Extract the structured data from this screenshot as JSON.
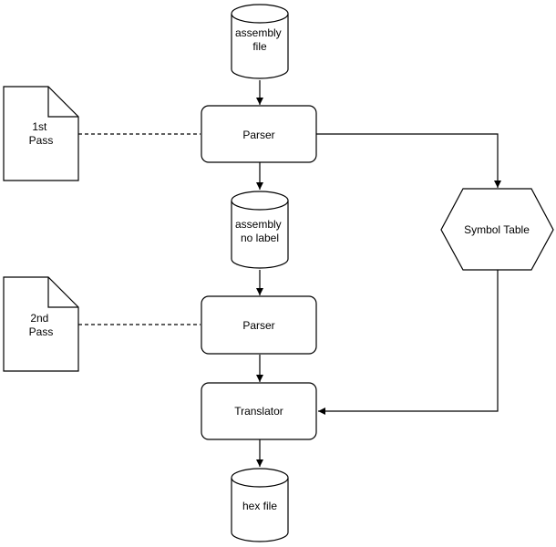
{
  "diagram": {
    "nodes": {
      "assembly_file": {
        "lines": [
          "assembly",
          "file"
        ]
      },
      "parser_1": {
        "lines": [
          "Parser"
        ]
      },
      "assembly_no_label": {
        "lines": [
          "assembly",
          "no label"
        ]
      },
      "parser_2": {
        "lines": [
          "Parser"
        ]
      },
      "translator": {
        "lines": [
          "Translator"
        ]
      },
      "hex_file": {
        "lines": [
          "hex file"
        ]
      },
      "symbol_table": {
        "lines": [
          "Symbol Table"
        ]
      },
      "first_pass_note": {
        "lines": [
          "1st",
          "Pass"
        ]
      },
      "second_pass_note": {
        "lines": [
          "2nd",
          "Pass"
        ]
      }
    },
    "edges": [
      {
        "from": "assembly_file",
        "to": "parser_1",
        "style": "arrow"
      },
      {
        "from": "parser_1",
        "to": "assembly_no_label",
        "style": "arrow"
      },
      {
        "from": "assembly_no_label",
        "to": "parser_2",
        "style": "arrow"
      },
      {
        "from": "parser_2",
        "to": "translator",
        "style": "arrow"
      },
      {
        "from": "translator",
        "to": "hex_file",
        "style": "arrow"
      },
      {
        "from": "parser_1",
        "to": "symbol_table",
        "style": "arrow"
      },
      {
        "from": "symbol_table",
        "to": "translator",
        "style": "arrow"
      },
      {
        "from": "first_pass_note",
        "to": "parser_1",
        "style": "dashed"
      },
      {
        "from": "second_pass_note",
        "to": "parser_2",
        "style": "dashed"
      }
    ],
    "colors": {
      "stroke": "#000000",
      "fill": "#ffffff"
    }
  }
}
